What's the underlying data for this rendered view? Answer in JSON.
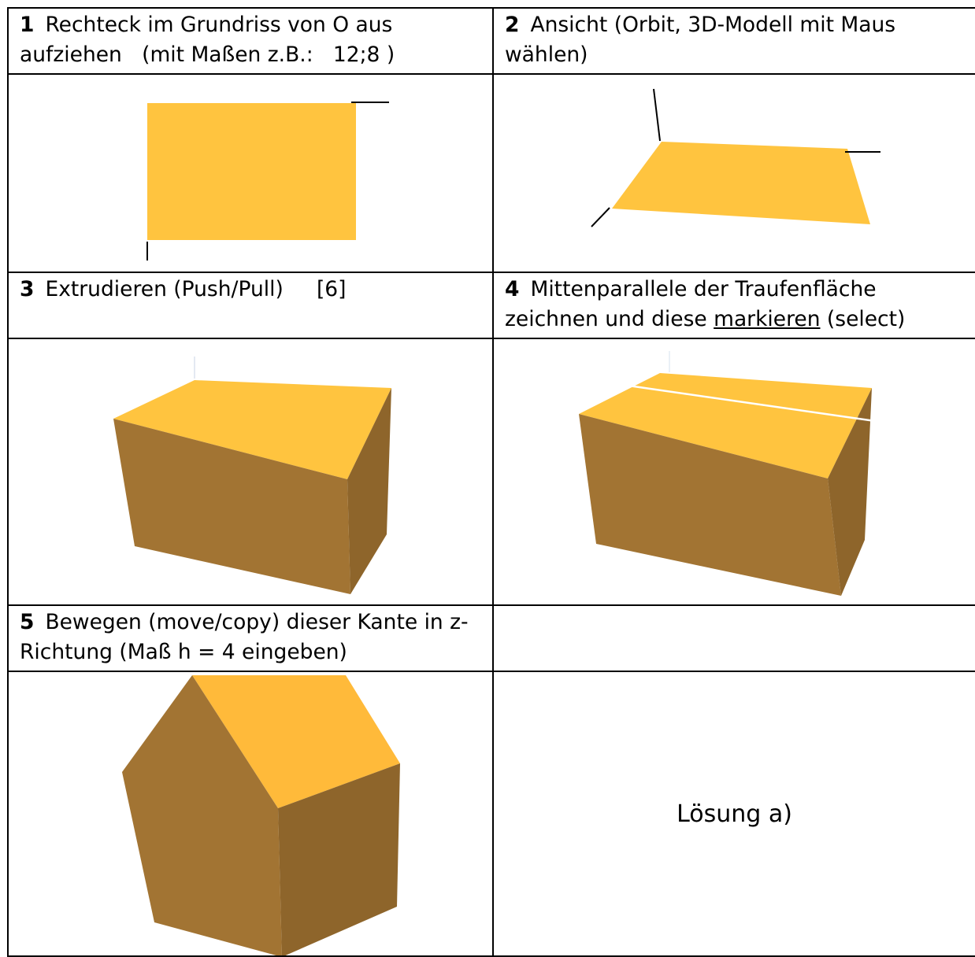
{
  "steps": [
    {
      "num": "1",
      "text": "Rechteck im Grundriss von O aus aufziehen",
      "extra": "   (mit Maßen z.B.:   12;8 )"
    },
    {
      "num": "2",
      "text": "Ansicht (Orbit, 3D-Modell mit Maus wählen)"
    },
    {
      "num": "3",
      "text": "Extrudieren (Push/Pull)",
      "extra": "     [6]"
    },
    {
      "num": "4",
      "text_before": "Mittenparallele der Traufenfläche zeichnen und diese ",
      "text_underlined": "markieren",
      "text_after": " (select)"
    },
    {
      "num": "5",
      "text": "Bewegen (move/copy) dieser Kante in z-Richtung (Maß  h = 4 eingeben)"
    }
  ],
  "answer_label": "Lösung  a)",
  "colors": {
    "top_face": "#FFC43F",
    "front_face": "#A27433",
    "side_face": "#8E652B",
    "border": "#000000"
  }
}
